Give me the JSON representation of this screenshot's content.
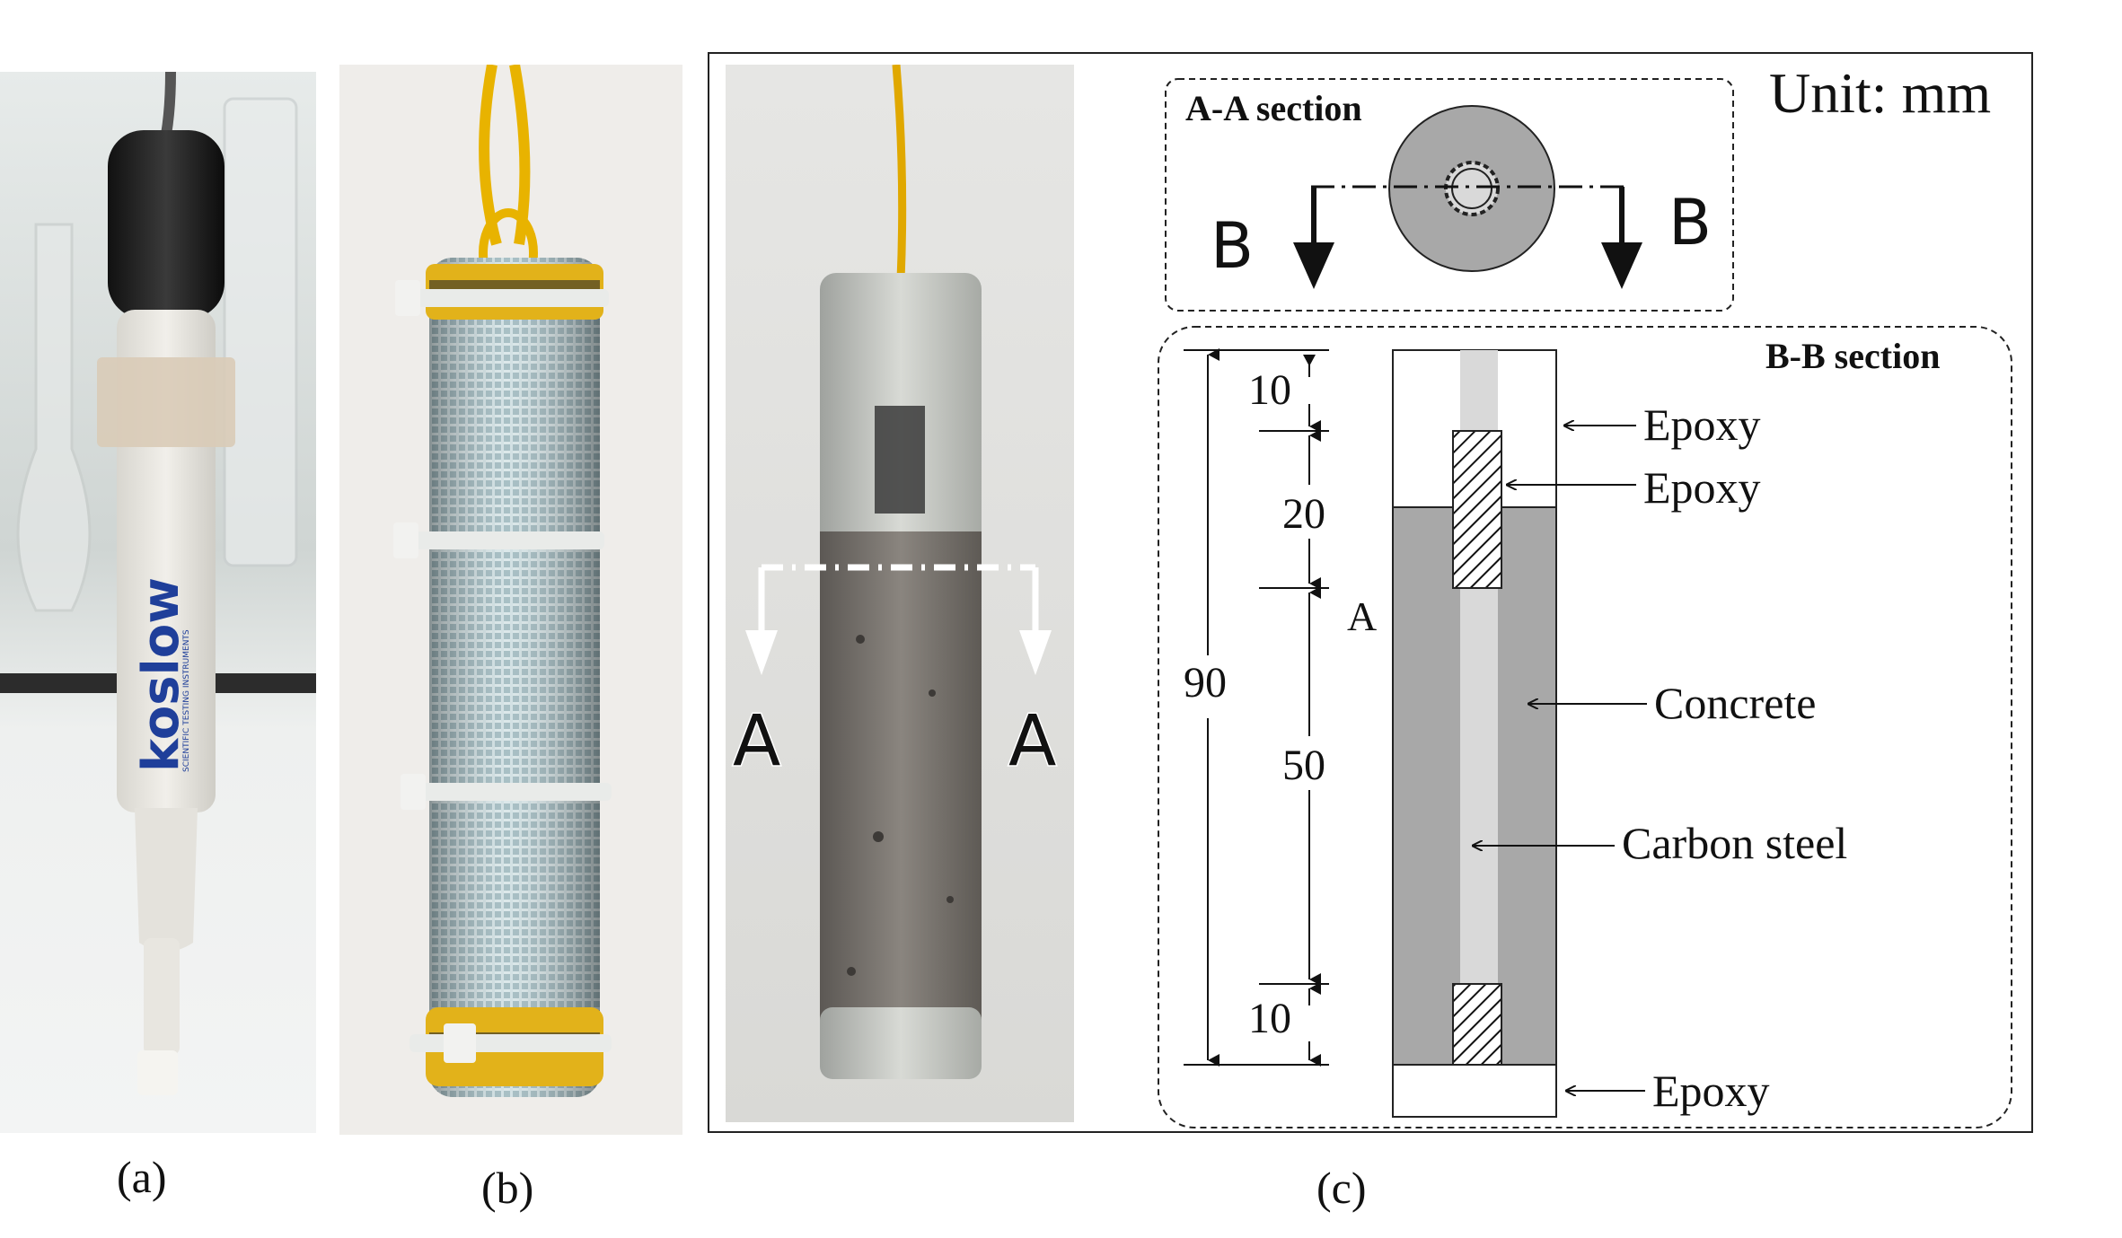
{
  "captions": {
    "a": "(a)",
    "b": "(b)",
    "c": "(c)"
  },
  "probe_brand": "koslow",
  "probe_subtitle": "SCIENTIFIC TESTING INSTRUMENTS",
  "photo_section_labels": {
    "left": "A",
    "right": "A"
  },
  "diagram": {
    "unit": "Unit: mm",
    "aa_title": "A-A section",
    "bb_title": "B-B section",
    "b_left": "B",
    "b_right": "B",
    "a_marker": "A",
    "dims": {
      "total": "90",
      "top": "10",
      "second": "20",
      "middle": "50",
      "bottom": "10"
    },
    "labels": {
      "epoxy_top": "Epoxy",
      "epoxy_cap": "Epoxy",
      "concrete": "Concrete",
      "carbon_steel": "Carbon steel",
      "epoxy_bottom": "Epoxy"
    }
  },
  "colors": {
    "concrete_gray": "#a8a8a8",
    "steel_gray": "#d9d9d9",
    "wire_yellow": "#e8b300",
    "mesh_blue": "#a9c3c9",
    "brand_blue": "#1f3f9a"
  }
}
